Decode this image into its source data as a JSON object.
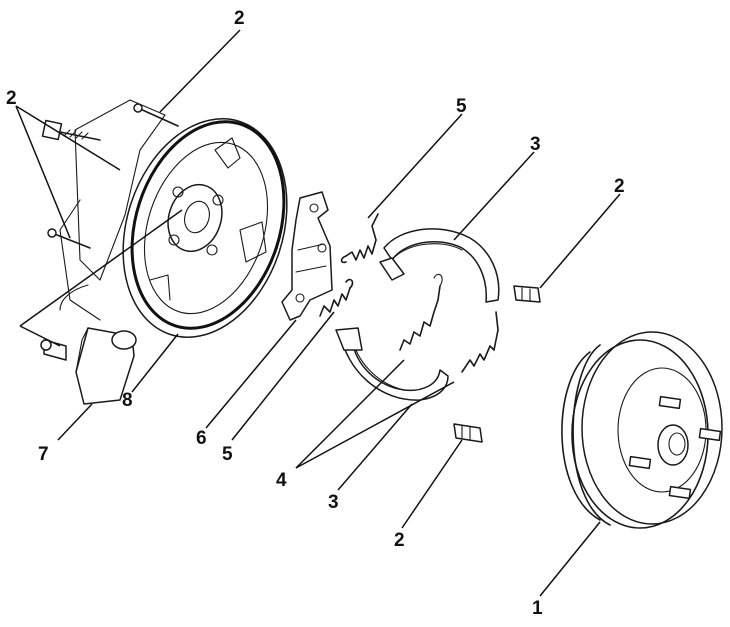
{
  "callouts": [
    {
      "id": "label-drum",
      "text": "1"
    },
    {
      "id": "label-bolt-top",
      "text": "2"
    },
    {
      "id": "label-bolt-left",
      "text": "2"
    },
    {
      "id": "label-adjuster-upper",
      "text": "2"
    },
    {
      "id": "label-adjuster-lower",
      "text": "2"
    },
    {
      "id": "label-shoe-upper",
      "text": "3"
    },
    {
      "id": "label-shoe-lower",
      "text": "3"
    },
    {
      "id": "label-return-springs",
      "text": "4"
    },
    {
      "id": "label-spring-upper",
      "text": "5"
    },
    {
      "id": "label-spring-lower",
      "text": "5"
    },
    {
      "id": "label-lever",
      "text": "6"
    },
    {
      "id": "label-wheel-cylinder",
      "text": "7"
    },
    {
      "id": "label-backing-plate",
      "text": "8"
    }
  ]
}
